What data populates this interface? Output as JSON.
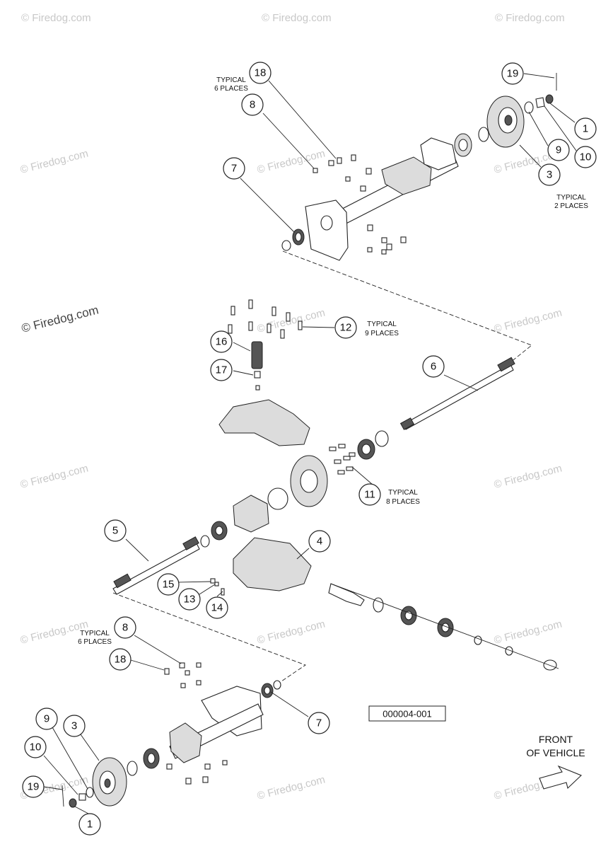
{
  "watermark": "© Firedog.com",
  "figure_id": "000004-001",
  "direction": {
    "line1": "FRONT",
    "line2": "OF VEHICLE"
  },
  "notes": {
    "six_places": {
      "line1": "TYPICAL",
      "line2": "6 PLACES"
    },
    "two_places": {
      "line1": "TYPICAL",
      "line2": "2 PLACES"
    },
    "nine_places": {
      "line1": "TYPICAL",
      "line2": "9 PLACES"
    },
    "eight_places": {
      "line1": "TYPICAL",
      "line2": "8 PLACES"
    }
  },
  "callouts": {
    "c19_top": "19",
    "c18_top": "18",
    "c8_top": "8",
    "c7_top": "7",
    "c1_top": "1",
    "c9_top": "9",
    "c10_top": "10",
    "c3_top": "3",
    "c12": "12",
    "c16": "16",
    "c17": "17",
    "c6": "6",
    "c11": "11",
    "c5": "5",
    "c4": "4",
    "c15": "15",
    "c13": "13",
    "c14": "14",
    "c8_bot": "8",
    "c18_bot": "18",
    "c7_bot": "7",
    "c9_bot": "9",
    "c3_bot": "3",
    "c10_bot": "10",
    "c19_bot": "19",
    "c1_bot": "1"
  }
}
